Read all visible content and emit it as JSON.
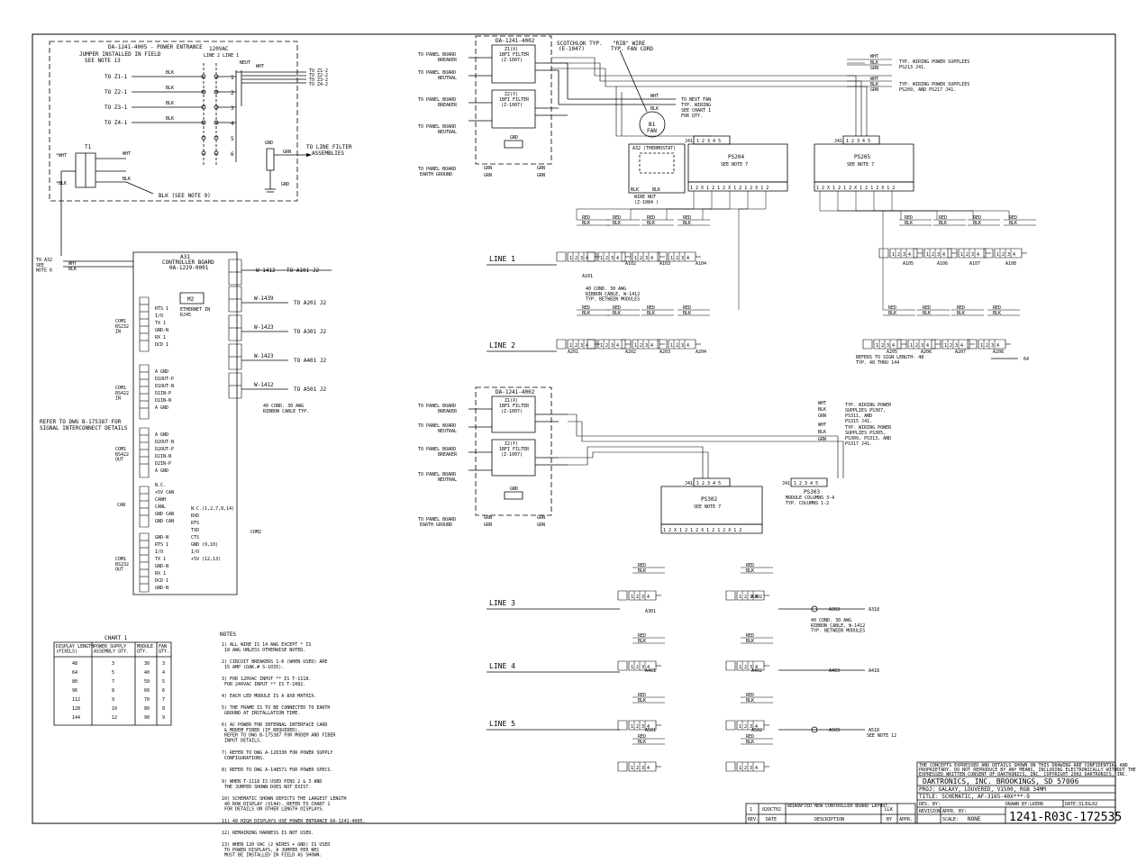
{
  "power_entrance": {
    "title": "DA-1241-4005 - POWER ENTRANCE",
    "voltage": "120VAC",
    "lines": "LINE 2  LINE 1",
    "jumper_note": "JUMPER INSTALLED IN FIELD",
    "see_note": "SEE NOTE 13",
    "neut": "NEUT",
    "wht": "WHT",
    "outputs": [
      "TO Z1-1",
      "TO Z2-1",
      "TO Z3-1",
      "TO Z4-1"
    ],
    "blk": "BLK",
    "to_line_filter": "TO LINE FILTER",
    "assemblies": "ASSEMBLIES",
    "gnd": "GND",
    "grn": "GRN",
    "t1": "T1",
    "blk_note": "BLK (SEE NOTE 9)"
  },
  "filters": [
    {
      "title": "DA-1241-4002",
      "z1": "Z1(X)",
      "z2": "Z2(Y)",
      "filter": "1BFI FILTER",
      "model": "(Z-1007)"
    },
    {
      "title": "DA-1241-4002",
      "z1": "Z1(X)",
      "z2": "Z2(Y)",
      "filter": "1BFI FILTER",
      "model": "(Z-1007)"
    }
  ],
  "panel_labels": {
    "breaker": "TO PANEL BOARD\nBREAKER",
    "neutral": "TO PANEL BOARD\nNEUTRAL",
    "earth": "TO PANEL BOARD\nEARTH GROUND"
  },
  "fan": {
    "scotchlok": "SCOTCHLOK TYP.",
    "scotchlok_id": "(E-1047)",
    "rib": "\"RIB\" WIRE",
    "rib_typ": "TYP. FAN CORD",
    "b1": "B1",
    "fan": "FAN",
    "next_fan": "TO NEXT FAN",
    "typ_wiring": "TYP. WIRING",
    "see_chart": "SEE CHART 1",
    "for_qty": "FOR QTY.",
    "a32": "A32 (THERMOSTAT)",
    "wire_nut": "WIRE NUT",
    "wire_nut_id": "(Z-1084 )"
  },
  "power_supplies": [
    {
      "name": "PS204",
      "note": "SEE NOTE 7"
    },
    {
      "name": "PS205",
      "note": "SEE NOTE 7"
    },
    {
      "name": "PS302",
      "note": "SEE NOTE 7"
    },
    {
      "name": "PS303",
      "note": "MODULE COLUMNS 3-4"
    }
  ],
  "typ_wiring_right": [
    "TYP. WIRING POWER SUPPLIES",
    "PS213 J41.",
    "TYP. WIRING POWER SUPPLIES",
    "PS209, AND PS217 J41."
  ],
  "lines": [
    "LINE 1",
    "LINE 2",
    "LINE 3",
    "LINE 4",
    "LINE 5"
  ],
  "modules_row1": [
    "A101",
    "A102",
    "A103",
    "A104",
    "A105",
    "A106",
    "A107",
    "A108"
  ],
  "modules_row2": [
    "A201",
    "A202",
    "A203",
    "A204",
    "A205",
    "A206",
    "A207",
    "A208"
  ],
  "modules_col": [
    "A301",
    "A302",
    "A303",
    "A318",
    "A401",
    "A402",
    "A403",
    "A418",
    "A501",
    "A502",
    "A503",
    "A518"
  ],
  "ribbon_note": "40 COND. 30 AWG\nRIBBON CABLE, W-1412\nTYP. BETWEEN MODULES",
  "refer_sign": "REFERS TO SIGN LENGTH- 48\nTYP. 48 THRU 144",
  "controller": {
    "title": "A31",
    "name": "CONTROLLER BOARD",
    "part": "0A-1229-0001",
    "m2": "M2",
    "ethernet": "ETHERNET IN\nRJ45",
    "cables": [
      "W-1412",
      "W-1439",
      "W-1423",
      "W-1423",
      "W-1412"
    ],
    "destinations": [
      "TO A101 J2",
      "TO A201 J2",
      "TO A301 J2",
      "TO A401 J2",
      "TO A501 J2"
    ],
    "com1_rs232": "COM1\nRS232\nIN",
    "com1_rs422": "COM1\nRS422\nIN",
    "com1_rs422_out": "COM1\nRS422\nOUT",
    "can": "CAN",
    "com1_rs232_out": "COM1\nRS232\nOUT",
    "com2": "COM2",
    "to_a32": "TO A32\nSEE\nNOTE 6"
  },
  "refer_dwg": "REFER TO DWG B-175387 FOR\nSIGNAL INTERCONNECT DETAILS",
  "chart1": {
    "title": "CHART 1",
    "headers": [
      "DISPLAY LENGTH\n(PIXELS)",
      "POWER SUPPLY\nASSEMBLY QTY.",
      "MODULE\nQTY.",
      "FAN\nQTY."
    ],
    "rows": [
      [
        "48",
        "3",
        "30",
        "3"
      ],
      [
        "64",
        "5",
        "40",
        "4"
      ],
      [
        "80",
        "7",
        "50",
        "5"
      ],
      [
        "96",
        "8",
        "60",
        "6"
      ],
      [
        "112",
        "9",
        "70",
        "7"
      ],
      [
        "128",
        "10",
        "80",
        "8"
      ],
      [
        "144",
        "12",
        "90",
        "9"
      ]
    ]
  },
  "notes": {
    "title": "NOTES",
    "items": [
      "1) ALL WIRE IS 14 AWG EXCEPT * IS\n   18 AWG UNLESS OTHERWISE NOTED.",
      "2) CIRCUIT BREAKERS 1-6 (WHEN USED) ARE\n   15 AMP (DAK.# S-1035).",
      "3) FOR 120VAC INPUT ** IS T-1118.\n   FOR 240VAC INPUT ** IS T-1082.",
      "4) EACH LED MODULE IS A 8X8 MATRIX.",
      "5) THE FRAME IS TO BE CONNECTED TO EARTH\n   GROUND AT INSTALLATION TIME.",
      "6) AC POWER FOR INTERNAL INTERFACE CARD\n   & MODEM FIBER (IF REQUIRED).\n   REFER TO DWG B-175387 FOR MODEM AND FIBER\n   INPUT DETAILS.",
      "7) REFER TO DWG A-126330 FOR POWER SUPPLY\n   CONFIGURATIONS.",
      "8) REFER TO DWG A-148571 FOR POWER SPECS.",
      "9) WHEN T-1118 IS USED PINS 2 & 3 AND\n   THE JUMPER SHOWN DOES NOT EXIST.",
      "10) SCHEMATIC SHOWN DEPICTS THE LARGEST LENGTH\n    40 ROW DISPLAY (X144). REFER TO CHART 1\n    FOR DETAILS ON OTHER LENGTH DISPLAYS.",
      "11) 40 HIGH DISPLAYS USE POWER ENTRANCE DA-1241-4005.",
      "12) REMAINING HARNESS IS NOT USED.",
      "13) WHEN 120 VAC (2 WIRES + GND) IS USED\n    TO POWER DISPLAYS, A JUMPER PER NEC\n    MUST BE INSTALLED IN FIELD AS SHOWN."
    ]
  },
  "title_block": {
    "confidential": "THE CONCEPTS EXPRESSED AND DETAILS SHOWN ON THIS DRAWING ARE CONFIDENTIAL AND PROPRIETARY. DO NOT REPRODUCE BY ANY MEANS, INCLUDING ELECTRONICALLY WITHOUT THE EXPRESSED WRITTEN CONSENT OF DAKTRONICS, INC.   COPYRIGHT 2002 DAKTRONICS, INC.",
    "company": "DAKTRONICS, INC.   BROOKINGS, SD 57006",
    "proj": "PROJ: GALAXY, LOUVERED, V1500, RGB 34MM",
    "title": "TITLE: SCHEMATIC, AF-3165-40X***-9",
    "des_by": "DES. BY:",
    "drawn_by": "DRAWN BY:LKERR",
    "date": "DATE:31JUL02",
    "revision": "REVISION",
    "appr_by": "APPR. BY:",
    "scale_label": "SCALE:",
    "scale": "NONE",
    "drawing_no": "1241-R03C-172535"
  },
  "revision_table": {
    "row": {
      "rev": "1",
      "date": "02OCT02",
      "description": "REDRAFTED NEW CONTROLLER BOARD LAYOUT.",
      "by": "LLK",
      "appr": ""
    },
    "headers": [
      "REV.",
      "DATE",
      "DESCRIPTION",
      "BY",
      "APPR."
    ]
  },
  "see_note_12": "SEE NOTE 12"
}
